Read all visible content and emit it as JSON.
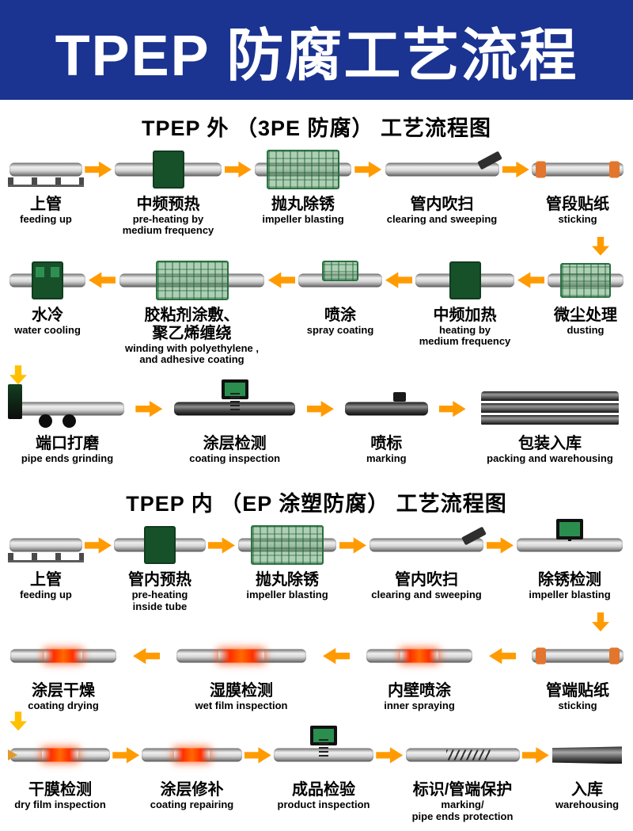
{
  "colors": {
    "banner_bg": "#1b3391",
    "arrow": "#ff9b00",
    "arrow_yellow": "#ffc000",
    "green_dark": "#17512a"
  },
  "banner": {
    "title": "TPEP 防腐工艺流程"
  },
  "sections": [
    {
      "title": "TPEP 外 （3PE 防腐） 工艺流程图",
      "rows": [
        {
          "steps": [
            {
              "zh": "上管",
              "en": "feeding up"
            },
            {
              "zh": "中频预热",
              "en": "pre-heating by\nmedium frequency"
            },
            {
              "zh": "抛丸除锈",
              "en": "impeller blasting"
            },
            {
              "zh": "管内吹扫",
              "en": "clearing and sweeping"
            },
            {
              "zh": "管段贴纸",
              "en": "sticking"
            }
          ]
        },
        {
          "steps": [
            {
              "zh": "水冷",
              "en": "water cooling"
            },
            {
              "zh": "胶粘剂涂敷、\n聚乙烯缠绕",
              "en": "winding with polyethylene ,\nand adhesive coating"
            },
            {
              "zh": "喷涂",
              "en": "spray coating"
            },
            {
              "zh": "中频加热",
              "en": "heating by\nmedium frequency"
            },
            {
              "zh": "微尘处理",
              "en": "dusting"
            }
          ]
        },
        {
          "steps": [
            {
              "zh": "端口打磨",
              "en": "pipe ends grinding"
            },
            {
              "zh": "涂层检测",
              "en": "coating inspection"
            },
            {
              "zh": "喷标",
              "en": "marking"
            },
            {
              "zh": "包装入库",
              "en": "packing and warehousing"
            }
          ]
        }
      ]
    },
    {
      "title": "TPEP 内 （EP 涂塑防腐） 工艺流程图",
      "rows": [
        {
          "steps": [
            {
              "zh": "上管",
              "en": "feeding up"
            },
            {
              "zh": "管内预热",
              "en": "pre-heating\ninside tube"
            },
            {
              "zh": "抛丸除锈",
              "en": "impeller blasting"
            },
            {
              "zh": "管内吹扫",
              "en": "clearing and sweeping"
            },
            {
              "zh": "除锈检测",
              "en": "impeller blasting"
            }
          ]
        },
        {
          "steps": [
            {
              "zh": "涂层干燥",
              "en": "coating drying"
            },
            {
              "zh": "湿膜检测",
              "en": "wet film inspection"
            },
            {
              "zh": "内壁喷涂",
              "en": "inner spraying"
            },
            {
              "zh": "管端贴纸",
              "en": "sticking"
            }
          ]
        },
        {
          "steps": [
            {
              "zh": "干膜检测",
              "en": "dry film inspection"
            },
            {
              "zh": "涂层修补",
              "en": "coating repairing"
            },
            {
              "zh": "成品检验",
              "en": "product inspection"
            },
            {
              "zh": "标识/管端保护",
              "en": "marking/\npipe ends protection"
            },
            {
              "zh": "入库",
              "en": "warehousing"
            }
          ]
        }
      ]
    }
  ]
}
